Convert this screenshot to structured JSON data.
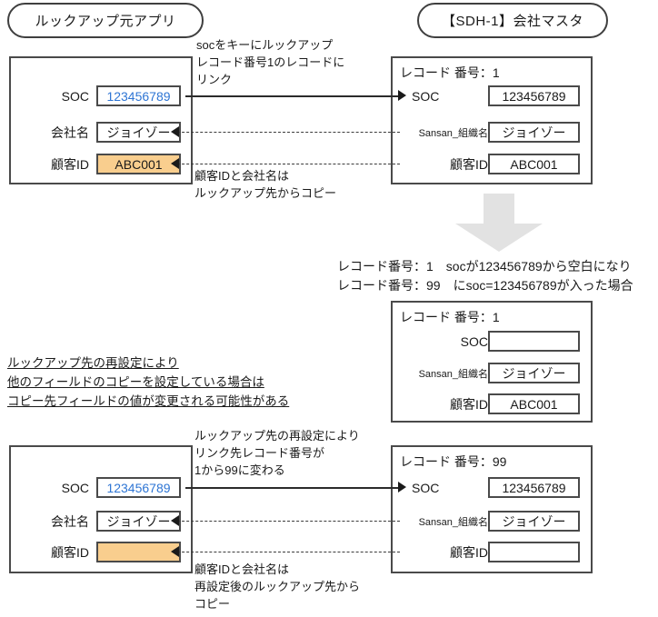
{
  "titles": {
    "left_app": "ルックアップ元アプリ",
    "right_app": "【SDH-1】会社マスタ"
  },
  "top": {
    "source_card": {
      "fields": [
        {
          "label": "SOC",
          "value": "123456789",
          "style": "blue"
        },
        {
          "label": "会社名",
          "value": "ジョイゾー",
          "style": "plain"
        },
        {
          "label": "顧客ID",
          "value": "ABC001",
          "style": "orange"
        }
      ]
    },
    "target_card": {
      "title": "レコード 番号：1",
      "fields": [
        {
          "label": "SOC",
          "value": "123456789"
        },
        {
          "label": "Sansan_組織名",
          "value": "ジョイゾー"
        },
        {
          "label": "顧客ID",
          "value": "ABC001"
        }
      ]
    },
    "note_lookup": "socをキーにルックアップ\nレコード番号1のレコードに\nリンク",
    "note_copy": "顧客IDと会社名は\nルックアップ先からコピー"
  },
  "middle": {
    "condition_line1": "レコード番号：1　socが123456789から空白になり",
    "condition_line2": "レコード番号：99　にsoc=123456789が入った場合",
    "card": {
      "title": "レコード 番号：1",
      "fields": [
        {
          "label": "SOC",
          "value": ""
        },
        {
          "label": "Sansan_組織名",
          "value": "ジョイゾー"
        },
        {
          "label": "顧客ID",
          "value": "ABC001"
        }
      ]
    }
  },
  "warning": {
    "line1": "ルックアップ先の再設定により",
    "line2": "他のフィールドのコピーを設定している場合は",
    "line3": "コピー先フィールドの値が変更される可能性がある"
  },
  "bottom": {
    "source_card": {
      "fields": [
        {
          "label": "SOC",
          "value": "123456789",
          "style": "blue"
        },
        {
          "label": "会社名",
          "value": "ジョイゾー",
          "style": "plain"
        },
        {
          "label": "顧客ID",
          "value": "",
          "style": "orange"
        }
      ]
    },
    "target_card": {
      "title": "レコード 番号：99",
      "fields": [
        {
          "label": "SOC",
          "value": "123456789"
        },
        {
          "label": "Sansan_組織名",
          "value": "ジョイゾー"
        },
        {
          "label": "顧客ID",
          "value": ""
        }
      ]
    },
    "note_relink": "ルックアップ先の再設定により\nリンク先レコード番号が\n1から99に変わる",
    "note_copy": "顧客IDと会社名は\n再設定後のルックアップ先から\nコピー"
  },
  "colors": {
    "accent_blue": "#2e75d4",
    "highlight_orange": "#f9ce8e",
    "arrow_gray": "#e2e2e2",
    "line_dark": "#2b2b2b"
  }
}
